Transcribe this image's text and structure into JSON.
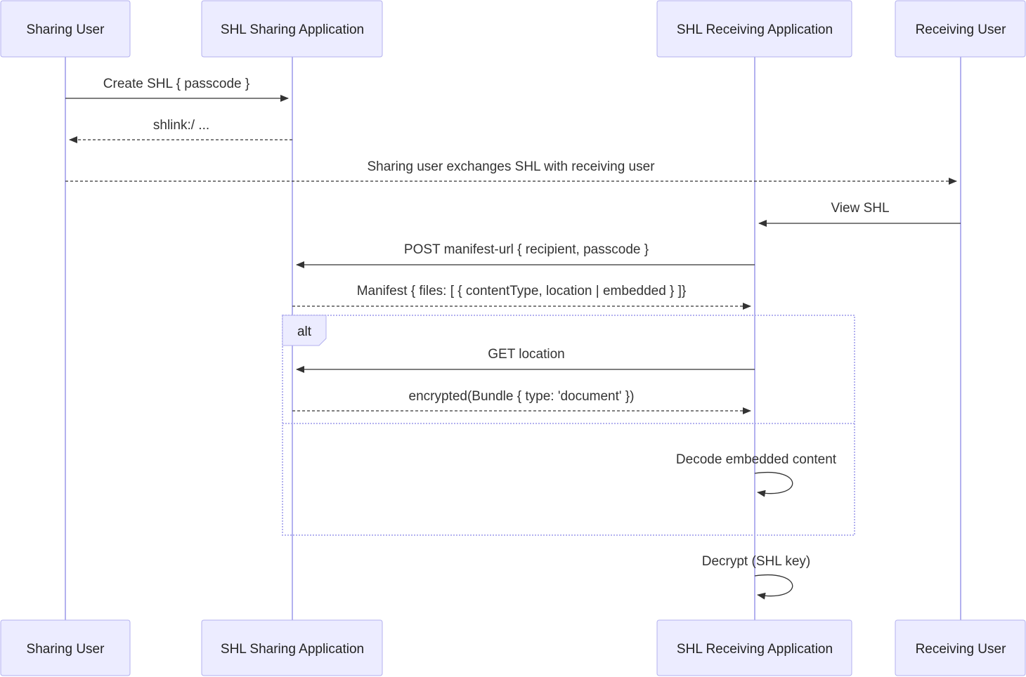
{
  "diagram": {
    "type": "sequence",
    "participants": [
      "Sharing User",
      "SHL Sharing Application",
      "SHL Receiving Application",
      "Receiving User"
    ],
    "messages": [
      {
        "from": 0,
        "to": 1,
        "style": "solid",
        "label": "Create SHL { passcode }"
      },
      {
        "from": 1,
        "to": 0,
        "style": "dashed",
        "label": "shlink:/ ..."
      },
      {
        "from": 0,
        "to": 3,
        "style": "dashed",
        "label": "Sharing user exchanges SHL with receiving user"
      },
      {
        "from": 3,
        "to": 2,
        "style": "solid",
        "label": "View SHL"
      },
      {
        "from": 2,
        "to": 1,
        "style": "solid",
        "label": "POST manifest-url { recipient, passcode }"
      },
      {
        "from": 1,
        "to": 2,
        "style": "dashed",
        "label": "Manifest { files: [ { contentType, location | embedded } ]}"
      },
      {
        "from": 2,
        "to": 1,
        "style": "solid",
        "label": "GET location"
      },
      {
        "from": 1,
        "to": 2,
        "style": "dashed",
        "label": "encrypted(Bundle { type: 'document' })"
      },
      {
        "from": 2,
        "to": 2,
        "style": "self",
        "label": "Decode embedded content"
      },
      {
        "from": 2,
        "to": 2,
        "style": "self",
        "label": "Decrypt (SHL key)"
      }
    ],
    "fragments": [
      {
        "kind": "alt",
        "label": "alt"
      }
    ],
    "colors": {
      "actor_fill": "#ececff",
      "actor_stroke": "#b3b1ef",
      "lifeline": "#b3b1ef",
      "message": "#333333"
    }
  }
}
